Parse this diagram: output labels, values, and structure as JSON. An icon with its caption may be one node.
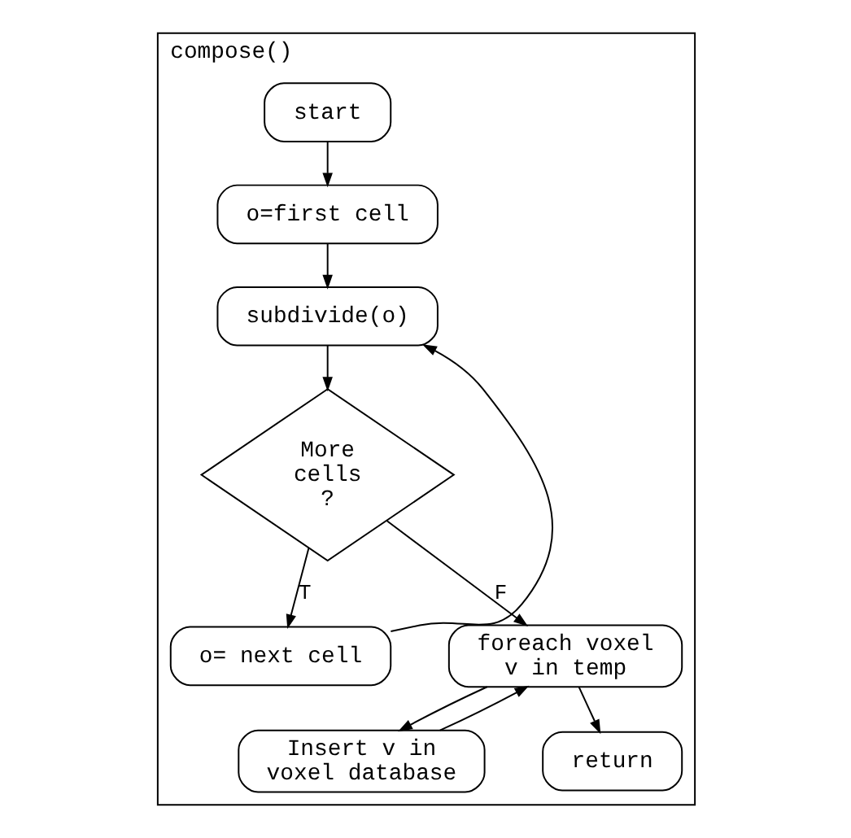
{
  "diagram": {
    "nodes": [
      {
        "text": [
          "compose()"
        ]
      },
      {
        "text": [
          "start"
        ],
        "in": 0
      },
      {
        "text": [
          "o=first cell"
        ],
        "in": 0
      },
      {
        "text": [
          "subdivide(o)"
        ],
        "in": 0
      },
      {
        "text": [
          "More cells ?"
        ],
        "in": 0
      },
      {
        "text": [
          "o= next cell"
        ],
        "in": 0
      },
      {
        "text": [
          "foreach voxel v in temp"
        ],
        "in": 0
      },
      {
        "text": [
          "Insert v in voxel database"
        ],
        "in": 0
      },
      {
        "text": [
          "return"
        ],
        "in": 0
      }
    ],
    "edges": [
      {
        "from": 1,
        "to": 2,
        "arrow": "to"
      },
      {
        "from": 2,
        "to": 3,
        "arrow": "to"
      },
      {
        "from": 3,
        "to": 4,
        "arrow": "to"
      },
      {
        "from": 4,
        "to": 5,
        "arrow": "to",
        "label": "T"
      },
      {
        "from": 5,
        "to": 3,
        "arrow": "to"
      },
      {
        "from": 4,
        "to": 6,
        "arrow": "to",
        "label": "F"
      },
      {
        "from": 6,
        "to": 7,
        "arrow": "to"
      },
      {
        "from": 7,
        "to": 6,
        "arrow": "to"
      },
      {
        "from": 6,
        "to": 8,
        "arrow": "to"
      }
    ]
  }
}
